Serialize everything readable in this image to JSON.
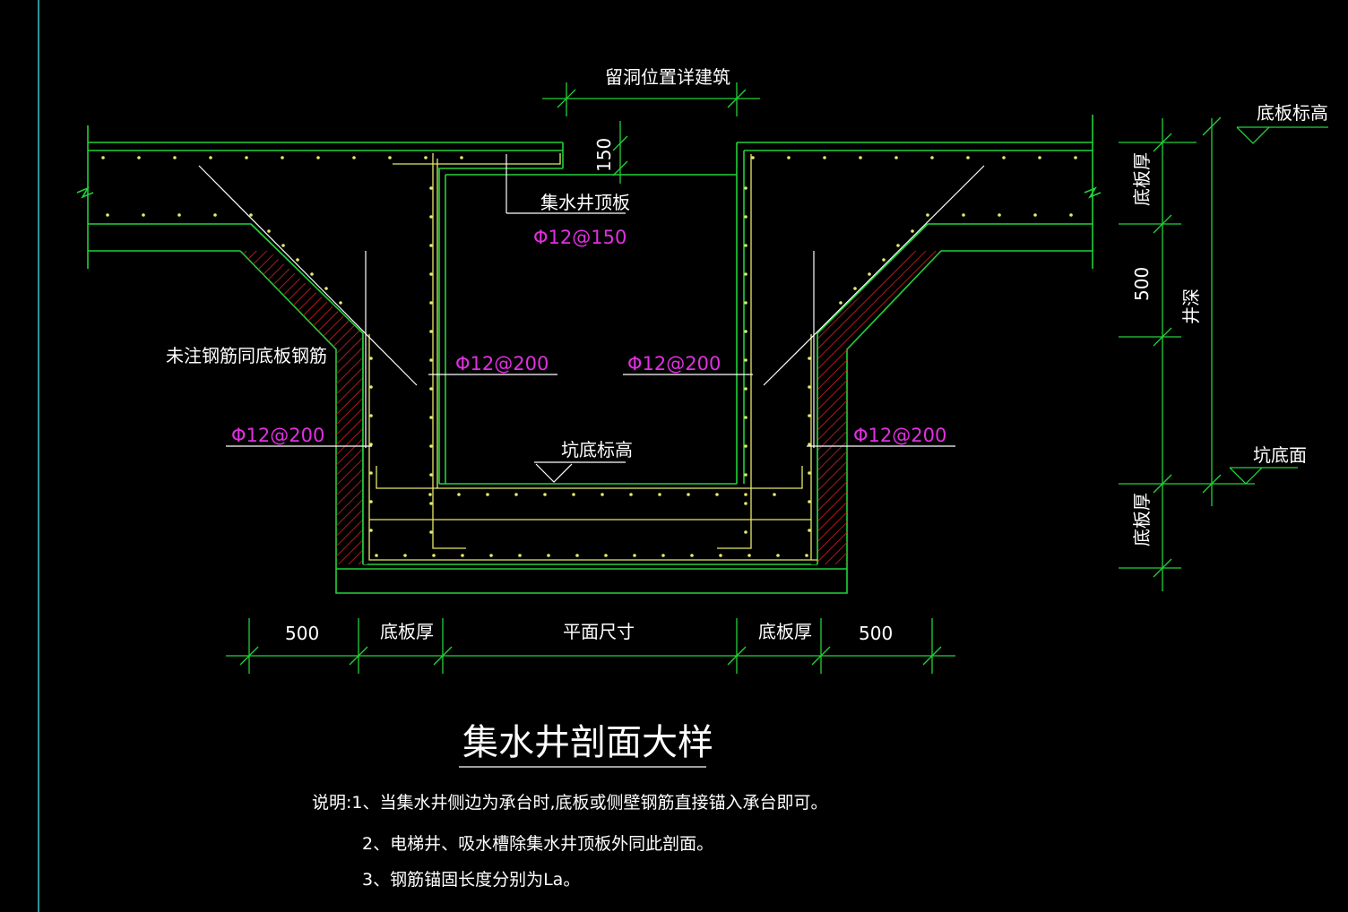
{
  "colors": {
    "background": "#000000",
    "outline": "#22d13a",
    "rebar": "#e8e86a",
    "leader": "#ffffff",
    "spec": "#e030e0",
    "hatch": "#d42020",
    "edge": "#3ec6c6"
  },
  "labels": {
    "hole_note": "留洞位置详建筑",
    "slab_elev": "底板标高",
    "dim_150": "150",
    "top_plate": "集水井顶板",
    "top_plate_spec": "Φ12@150",
    "slab_thk_right_top": "底板厚",
    "dim_500_right": "500",
    "well_depth": "井深",
    "unmarked_note": "未注钢筋同底板钢筋",
    "spec_inner_left": "Φ12@200",
    "spec_inner_right": "Φ12@200",
    "spec_wall_left": "Φ12@200",
    "spec_wall_right": "Φ12@200",
    "pit_elev": "坑底标高",
    "pit_surface": "坑底面",
    "slab_thk_right_bottom": "底板厚",
    "dim_bottom_500_left": "500",
    "dim_bottom_thk_left": "底板厚",
    "dim_bottom_plan": "平面尺寸",
    "dim_bottom_thk_right": "底板厚",
    "dim_bottom_500_right": "500"
  },
  "title": "集水井剖面大样",
  "notes": [
    "说明:1、当集水井侧边为承台时,底板或侧壁钢筋直接锚入承台即可。",
    "2、电梯井、吸水槽除集水井顶板外同此剖面。",
    "3、钢筋锚固长度分别为La。"
  ]
}
